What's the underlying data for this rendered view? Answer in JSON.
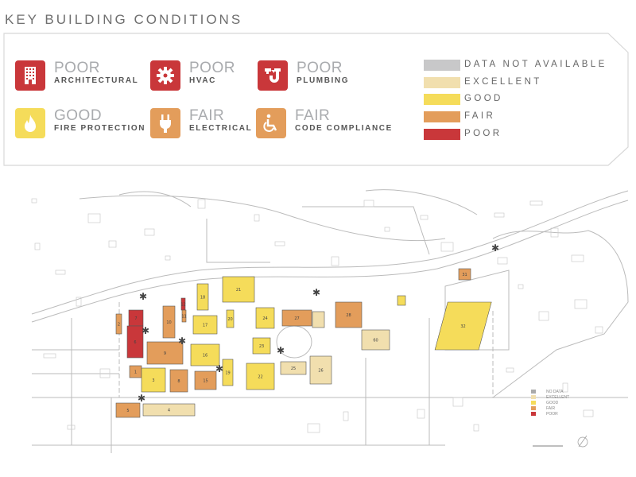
{
  "title": "KEY BUILDING CONDITIONS",
  "colors": {
    "poor": "#c9373a",
    "fair": "#e39d5b",
    "good": "#f5dc5a",
    "excellent": "#f1dfae",
    "no_data": "#c8c8c9"
  },
  "conditions": [
    {
      "level": "POOR",
      "category": "ARCHITECTURAL",
      "icon": "building-icon",
      "rating": "poor"
    },
    {
      "level": "POOR",
      "category": "HVAC",
      "icon": "gear-icon",
      "rating": "poor"
    },
    {
      "level": "POOR",
      "category": "PLUMBING",
      "icon": "pipe-icon",
      "rating": "poor"
    },
    {
      "level": "GOOD",
      "category": "FIRE PROTECTION",
      "icon": "flame-icon",
      "rating": "good"
    },
    {
      "level": "FAIR",
      "category": "ELECTRICAL",
      "icon": "plug-icon",
      "rating": "fair"
    },
    {
      "level": "FAIR",
      "category": "CODE COMPLIANCE",
      "icon": "wheelchair-icon",
      "rating": "fair"
    }
  ],
  "legend": [
    "DATA NOT AVAILABLE",
    "EXCELLENT",
    "GOOD",
    "FAIR",
    "POOR"
  ],
  "map_legend": [
    "NO DATA",
    "EXCELLENT",
    "GOOD",
    "FAIR",
    "POOR"
  ],
  "buildings": [
    {
      "id": "21",
      "rating": "good"
    },
    {
      "id": "18",
      "rating": "good"
    },
    {
      "id": "7",
      "rating": "poor"
    },
    {
      "id": "6",
      "rating": "poor"
    },
    {
      "id": "12",
      "rating": "poor"
    },
    {
      "id": "11",
      "rating": "fair"
    },
    {
      "id": "2",
      "rating": "fair"
    },
    {
      "id": "10",
      "rating": "fair"
    },
    {
      "id": "17",
      "rating": "good"
    },
    {
      "id": "20",
      "rating": "good"
    },
    {
      "id": "24",
      "rating": "good"
    },
    {
      "id": "27",
      "rating": "fair"
    },
    {
      "id": "28",
      "rating": "fair"
    },
    {
      "id": "9",
      "rating": "fair"
    },
    {
      "id": "16",
      "rating": "good"
    },
    {
      "id": "23",
      "rating": "good"
    },
    {
      "id": "1",
      "rating": "fair"
    },
    {
      "id": "3",
      "rating": "good"
    },
    {
      "id": "8",
      "rating": "fair"
    },
    {
      "id": "15",
      "rating": "fair"
    },
    {
      "id": "19",
      "rating": "good"
    },
    {
      "id": "22",
      "rating": "good"
    },
    {
      "id": "25",
      "rating": "excellent"
    },
    {
      "id": "26",
      "rating": "excellent"
    },
    {
      "id": "60",
      "rating": "excellent"
    },
    {
      "id": "32",
      "rating": "good"
    },
    {
      "id": "31",
      "rating": "fair"
    },
    {
      "id": "5",
      "rating": "fair"
    },
    {
      "id": "4",
      "rating": "excellent"
    }
  ]
}
